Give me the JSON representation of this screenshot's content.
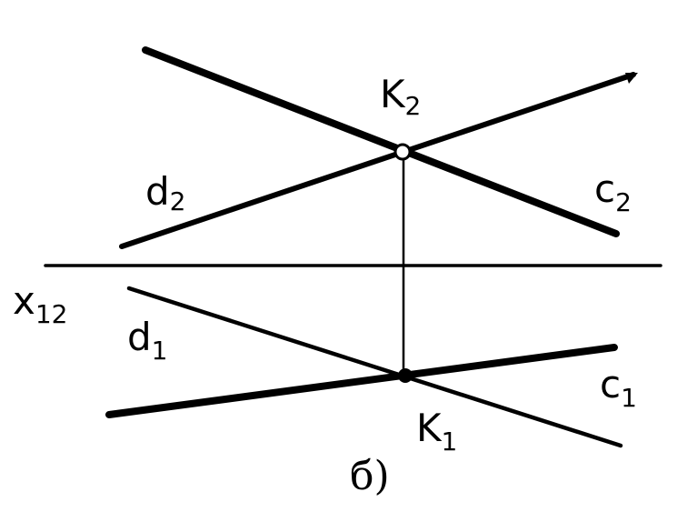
{
  "figure": {
    "caption": "б)",
    "axis_label": {
      "main": "x",
      "sub": "12"
    },
    "labels": {
      "K2": {
        "main": "K",
        "sub": "2"
      },
      "d2": {
        "main": "d",
        "sub": "2"
      },
      "c2": {
        "main": "c",
        "sub": "2"
      },
      "d1": {
        "main": "d",
        "sub": "1"
      },
      "c1": {
        "main": "c",
        "sub": "1"
      },
      "K1": {
        "main": "K",
        "sub": "1"
      }
    }
  },
  "colors": {
    "ink": "#000000",
    "paper": "#ffffff"
  }
}
